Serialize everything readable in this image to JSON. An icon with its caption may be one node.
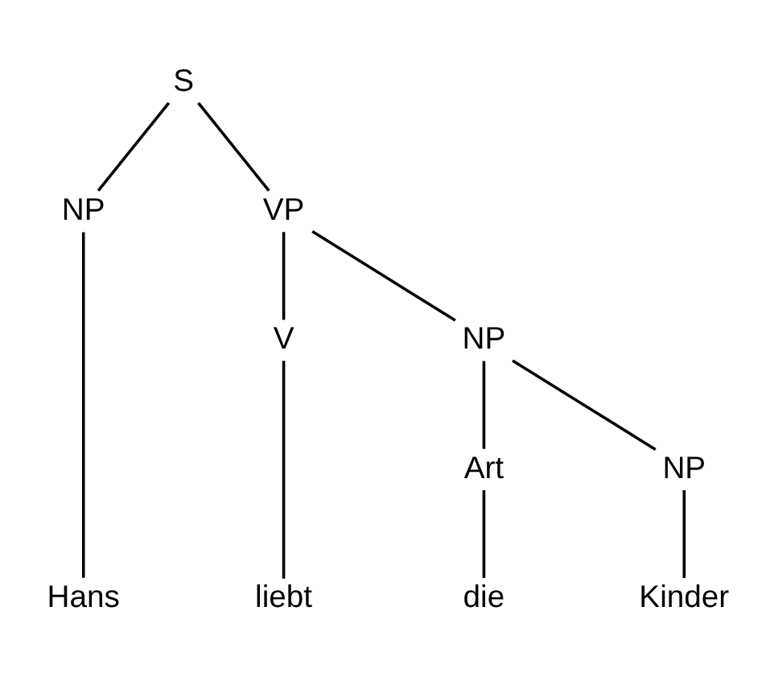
{
  "diagram": {
    "nodes": [
      {
        "text": [
          "S"
        ]
      },
      {
        "text": [
          "NP"
        ]
      },
      {
        "text": [
          "VP"
        ]
      },
      {
        "text": [
          "V"
        ]
      },
      {
        "text": [
          "NP"
        ]
      },
      {
        "text": [
          "Art"
        ]
      },
      {
        "text": [
          "NP"
        ]
      },
      {
        "text": [
          "Hans"
        ]
      },
      {
        "text": [
          "liebt"
        ]
      },
      {
        "text": [
          "die"
        ]
      },
      {
        "text": [
          "Kinder"
        ]
      }
    ],
    "edges": [
      {
        "from": 0,
        "to": 1,
        "arrow": "none"
      },
      {
        "from": 0,
        "to": 2,
        "arrow": "none"
      },
      {
        "from": 1,
        "to": 7,
        "arrow": "none"
      },
      {
        "from": 2,
        "to": 3,
        "arrow": "none"
      },
      {
        "from": 2,
        "to": 4,
        "arrow": "none"
      },
      {
        "from": 3,
        "to": 8,
        "arrow": "none"
      },
      {
        "from": 4,
        "to": 5,
        "arrow": "none"
      },
      {
        "from": 4,
        "to": 6,
        "arrow": "none"
      },
      {
        "from": 5,
        "to": 9,
        "arrow": "none"
      },
      {
        "from": 6,
        "to": 10,
        "arrow": "none"
      }
    ]
  }
}
